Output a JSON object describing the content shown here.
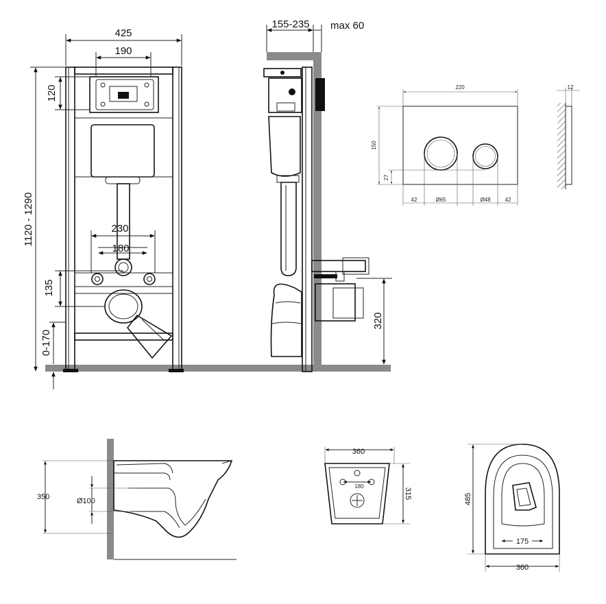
{
  "frame_front": {
    "width": "425",
    "tank_width": "190",
    "height": "1120 - 1290",
    "tank_top": "120",
    "mount_outer": "230",
    "mount_inner": "180",
    "drain_height": "135",
    "foot": "0-170"
  },
  "frame_side": {
    "depth": "155-235",
    "max_panel": "max 60",
    "drain_height": "320"
  },
  "flush_plate": {
    "width": "220",
    "height": "150",
    "thickness": "12",
    "offset_bottom": "27",
    "left_margin": "42",
    "big_button": "Ø65",
    "small_button": "Ø48",
    "right_margin": "42"
  },
  "bowl_side": {
    "height": "350",
    "outlet": "Ø100"
  },
  "bowl_back": {
    "width": "360",
    "height": "315",
    "bolt_spacing": "180"
  },
  "bowl_top": {
    "length": "485",
    "width": "360",
    "seat_spacing": "175"
  }
}
